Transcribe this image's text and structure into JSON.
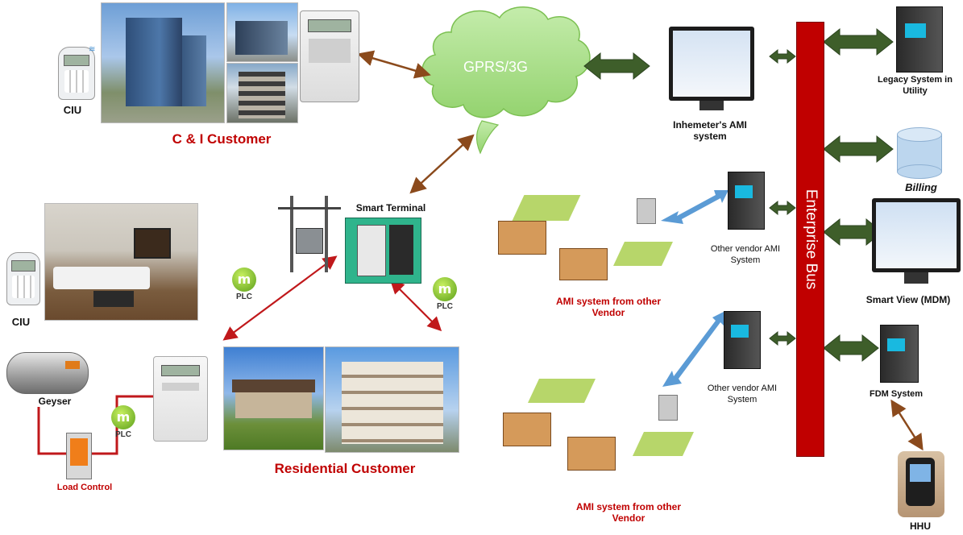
{
  "cloud_label": "GPRS/3G",
  "enterprise_bus": "Enterprise Bus",
  "labels": {
    "ciu_top": "CIU",
    "ci_customer": "C & I Customer",
    "ciu_left": "CIU",
    "geyser": "Geyser",
    "load_control": "Load Control",
    "plc_a": "PLC",
    "plc_b": "PLC",
    "plc_c": "PLC",
    "smart_terminal": "Smart Terminal",
    "residential_customer": "Residential Customer",
    "ami_other_1": "AMI system from other Vendor",
    "ami_other_2": "AMI system from other Vendor",
    "inhemeter_ami": "Inhemeter's AMI system",
    "other_vendor_1": "Other vendor AMI System",
    "other_vendor_2": "Other vendor AMI System",
    "legacy_system": "Legacy System in Utility",
    "billing": "Billing",
    "smart_view": "Smart View (MDM)",
    "fdm_system": "FDM System",
    "hhu": "HHU"
  },
  "colors": {
    "bus_red": "#c00000",
    "label_red": "#c00000",
    "cloud_green": "#a9e08a",
    "arrow_dark_green": "#3e5e2a",
    "arrow_brown": "#8b4a1c",
    "arrow_red": "#c0181b",
    "arrow_blue": "#5b9bd5",
    "billing_cylinder": "#bcd6ee"
  }
}
